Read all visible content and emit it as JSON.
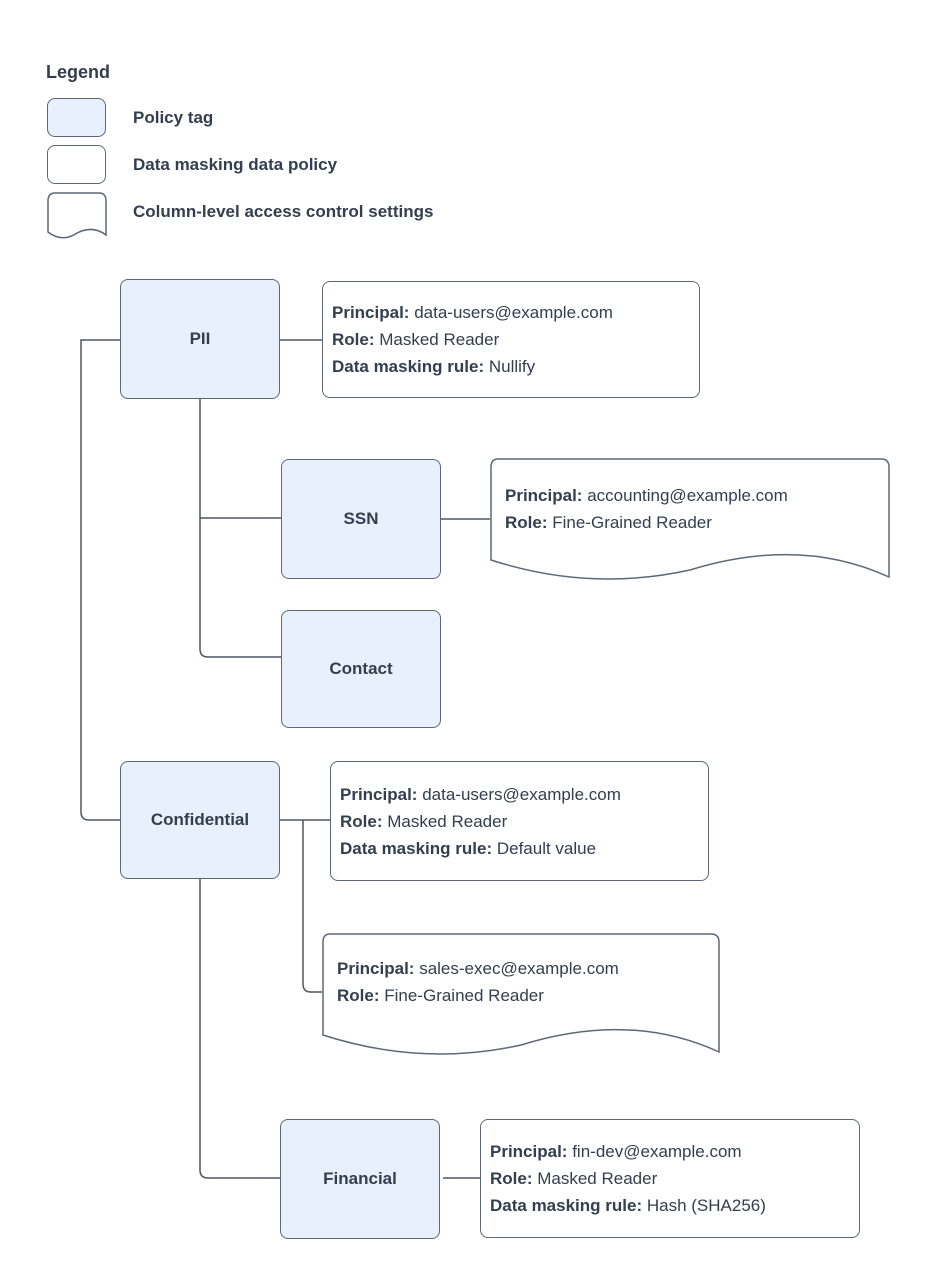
{
  "legend": {
    "title": "Legend",
    "items": [
      {
        "label": "Policy tag"
      },
      {
        "label": "Data masking data policy"
      },
      {
        "label": "Column-level access control settings"
      }
    ]
  },
  "nodes": {
    "pii": "PII",
    "ssn": "SSN",
    "contact": "Contact",
    "confidential": "Confidential",
    "financial": "Financial"
  },
  "policies": {
    "pii_masking": {
      "principal_label": "Principal:",
      "principal": "data-users@example.com",
      "role_label": "Role:",
      "role": "Masked Reader",
      "rule_label": "Data masking rule:",
      "rule": "Nullify"
    },
    "ssn_acl": {
      "principal_label": "Principal:",
      "principal": "accounting@example.com",
      "role_label": "Role:",
      "role": "Fine-Grained Reader"
    },
    "confidential_masking": {
      "principal_label": "Principal:",
      "principal": "data-users@example.com",
      "role_label": "Role:",
      "role": "Masked Reader",
      "rule_label": "Data masking rule:",
      "rule": "Default value"
    },
    "confidential_acl": {
      "principal_label": "Principal:",
      "principal": "sales-exec@example.com",
      "role_label": "Role:",
      "role": "Fine-Grained Reader"
    },
    "financial_masking": {
      "principal_label": "Principal:",
      "principal": "fin-dev@example.com",
      "role_label": "Role:",
      "role": "Masked Reader",
      "rule_label": "Data masking rule:",
      "rule": "Hash (SHA256)"
    }
  },
  "colors": {
    "policy_tag_fill": "#e8f0fe",
    "shape_border": "#5c6875",
    "connector": "#4d5762",
    "text": "#333e4e",
    "background": "#ffffff"
  }
}
